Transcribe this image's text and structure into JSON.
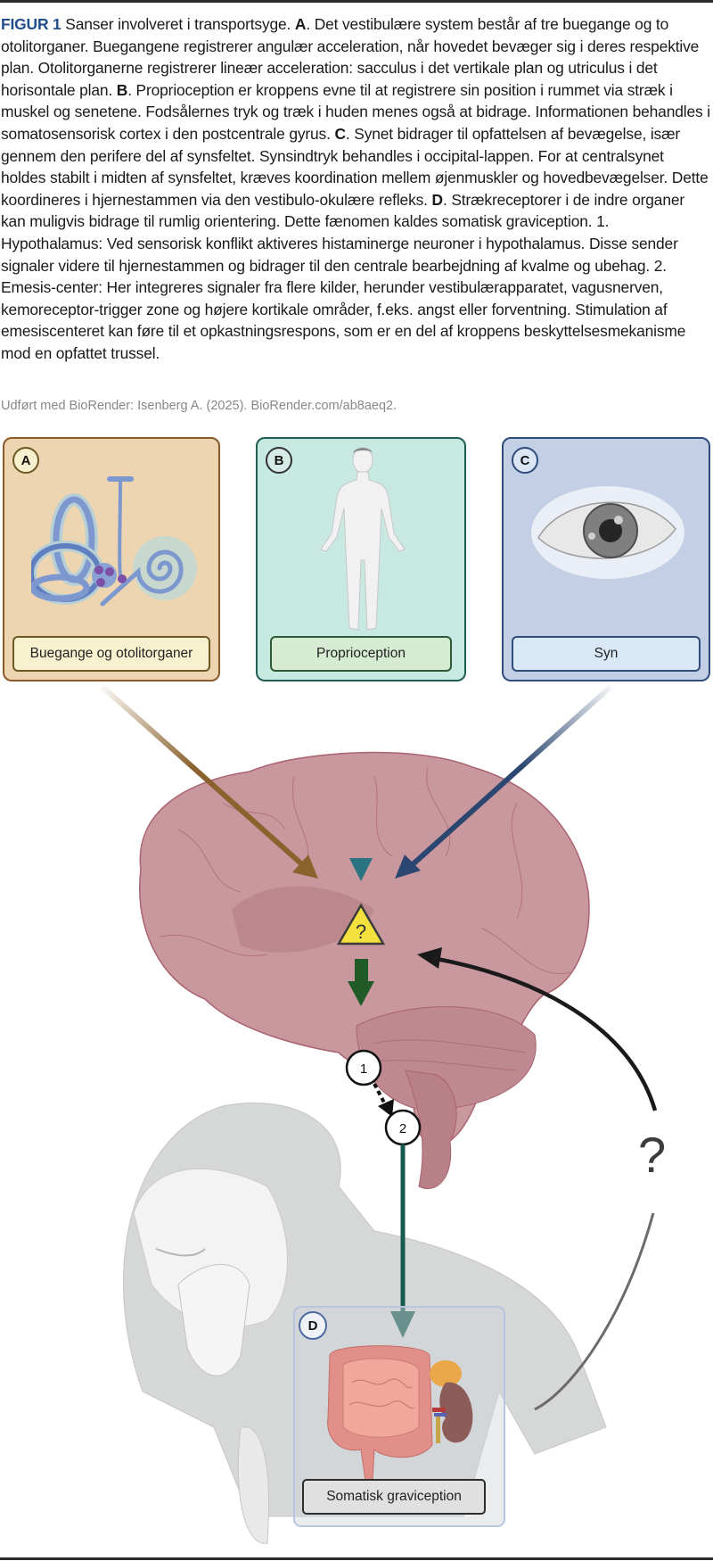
{
  "caption": {
    "figure_label": "FIGUR 1",
    "title": "Sanser involveret i transportsyge.",
    "segments": [
      {
        "marker": "A",
        "text": ". Det vestibulære system består af tre buegange og to otolitorganer. Buegangene registrerer angulær acceleration, når hovedet bevæger sig i deres respektive plan. Otolitorganerne registrerer lineær acceleration: sacculus i det vertikale plan og utriculus i det horisontale plan."
      },
      {
        "marker": "B",
        "text": ". Proprioception er kroppens evne til at registrere sin position i rummet via stræk i muskel og senetene. Fodsålernes tryk og træk i huden menes også at bidrage. Informationen behandles i somatosensorisk cortex i den postcentrale gyrus."
      },
      {
        "marker": "C",
        "text": ". Synet bidrager til opfattelsen af bevægelse, især gennem den perifere del af synsfeltet. Synsindtryk behandles i occipital-lappen. For at centralsynet holdes stabilt i midten af synsfeltet, kræves koordination mellem øjenmuskler og hovedbevægelser. Dette koordineres i hjernestammen via den vestibulo-okulære refleks."
      },
      {
        "marker": "D",
        "text": ". Strækreceptorer i de indre organer kan muligvis bidrage til rumlig orientering. Dette fænomen kaldes somatisk graviception. 1. Hypothalamus: Ved sensorisk konflikt aktiveres histaminerge neuroner i hypothalamus. Disse sender signaler videre til hjernestammen og bidrager til den centrale bearbejdning af kvalme og ubehag. 2. Emesis-center: Her integreres signaler fra flere kilder, herunder vestibulærapparatet, vagusnerven, kemoreceptor-trigger zone og højere kortikale områder, f.eks. angst eller forventning. Stimulation af emesiscenteret kan føre til et opkastningsrespons, som er en del af kroppens beskyttelsesmekanisme mod en opfattet trussel."
      }
    ],
    "credit": "Udført med BioRender: Isenberg A. (2025). BioRender.com/ab8aeq2."
  },
  "panels": [
    {
      "badge": "A",
      "label": "Buegange og otolitorganer",
      "icon": "inner-ear-icon",
      "color": "#8a5a2b"
    },
    {
      "badge": "B",
      "label": "Proprioception",
      "icon": "human-body-icon",
      "color": "#1f5e55"
    },
    {
      "badge": "C",
      "label": "Syn",
      "icon": "eye-icon",
      "color": "#2f4c7c"
    },
    {
      "badge": "D",
      "label": "Somatisk graviception",
      "icon": "abdominal-organs-icon",
      "color": "#4d6aa0"
    }
  ],
  "diagram": {
    "center_symbol": "?",
    "steps": [
      "1",
      "2"
    ],
    "unknown_path_label": "?",
    "arrow_colors": {
      "A": "#8b622e",
      "B": "#2a7482",
      "C": "#2b4670",
      "hypothalamus": "#1f5a27",
      "emesis": "#17584f",
      "feedback": "#1a1a1a"
    }
  }
}
